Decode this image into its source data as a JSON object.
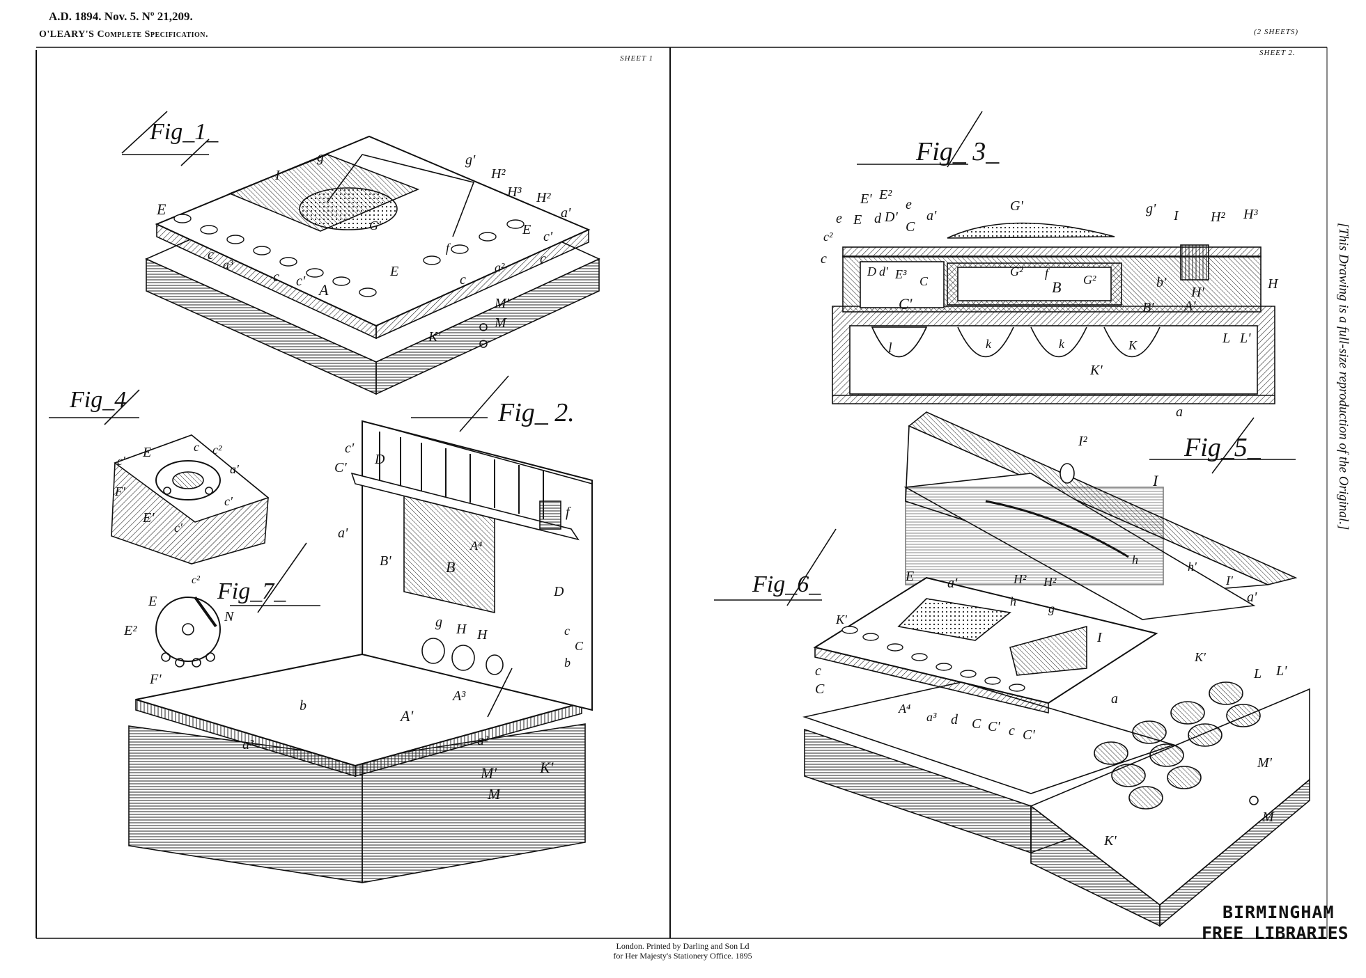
{
  "header": {
    "line1": "A.D. 1894. Nov. 5. Nº 21,209.",
    "line2": "O'LEARY'S Complete Specification.",
    "sheets_count": "(2 SHEETS)"
  },
  "sheet_labels": {
    "left": "SHEET 1",
    "right": "SHEET 2."
  },
  "figures": {
    "fig1": "Fig_1_",
    "fig2": "Fig_ 2.",
    "fig3": "Fig_ 3_",
    "fig4": "Fig_4",
    "fig5": "Fig_5_",
    "fig6": "Fig_6_",
    "fig7": "Fig_7_"
  },
  "side_note": "[This Drawing is a full-size reproduction of the Original.]",
  "footer": {
    "line1": "London. Printed by Darling and Son Ld",
    "line2": "for Her Majesty's Stationery Office. 1895"
  },
  "stamp": {
    "line1": "BIRMINGHAM",
    "line2": "FREE LIBRARIES"
  },
  "labels": {
    "fig1": [
      "E",
      "I",
      "g",
      "g'",
      "H²",
      "H³",
      "H²",
      "a'",
      "E",
      "c'",
      "G'",
      "f",
      "c",
      "a³",
      "c",
      "c'",
      "A",
      "E",
      "c",
      "a²",
      "c",
      "M'",
      "M",
      "K'"
    ],
    "fig2": [
      "c'",
      "C'",
      "D",
      "a'",
      "B'",
      "B",
      "A⁴",
      "f",
      "D",
      "g",
      "H",
      "H",
      "A³",
      "A'",
      "b",
      "a³",
      "a²",
      "M'",
      "K'",
      "M",
      "c",
      "b",
      "C"
    ],
    "fig3": [
      "E'",
      "E²",
      "e",
      "e",
      "E",
      "d",
      "D'",
      "C",
      "a'",
      "G'",
      "g'",
      "I",
      "H²",
      "H³",
      "c²",
      "c",
      "D",
      "d'",
      "E³",
      "C",
      "G²",
      "f",
      "G²",
      "B",
      "b'",
      "H'",
      "A'",
      "H",
      "C'",
      "B'",
      "L",
      "L'",
      "l",
      "k",
      "k",
      "K'",
      "K",
      "a"
    ],
    "fig4": [
      "c'",
      "E",
      "c",
      "c²",
      "a'",
      "F'",
      "c'",
      "E'",
      "c'"
    ],
    "fig5": [
      "I²",
      "I",
      "h",
      "h'",
      "I'",
      "a'"
    ],
    "fig6": [
      "E",
      "a'",
      "H²",
      "H²",
      "h",
      "g",
      "I",
      "K'",
      "c",
      "C",
      "A⁴",
      "a³",
      "d",
      "C",
      "C'",
      "c",
      "C'",
      "a",
      "K'",
      "L",
      "L'",
      "M'",
      "M",
      "K'"
    ],
    "fig7": [
      "c²",
      "E",
      "N",
      "E²",
      "F'"
    ]
  }
}
